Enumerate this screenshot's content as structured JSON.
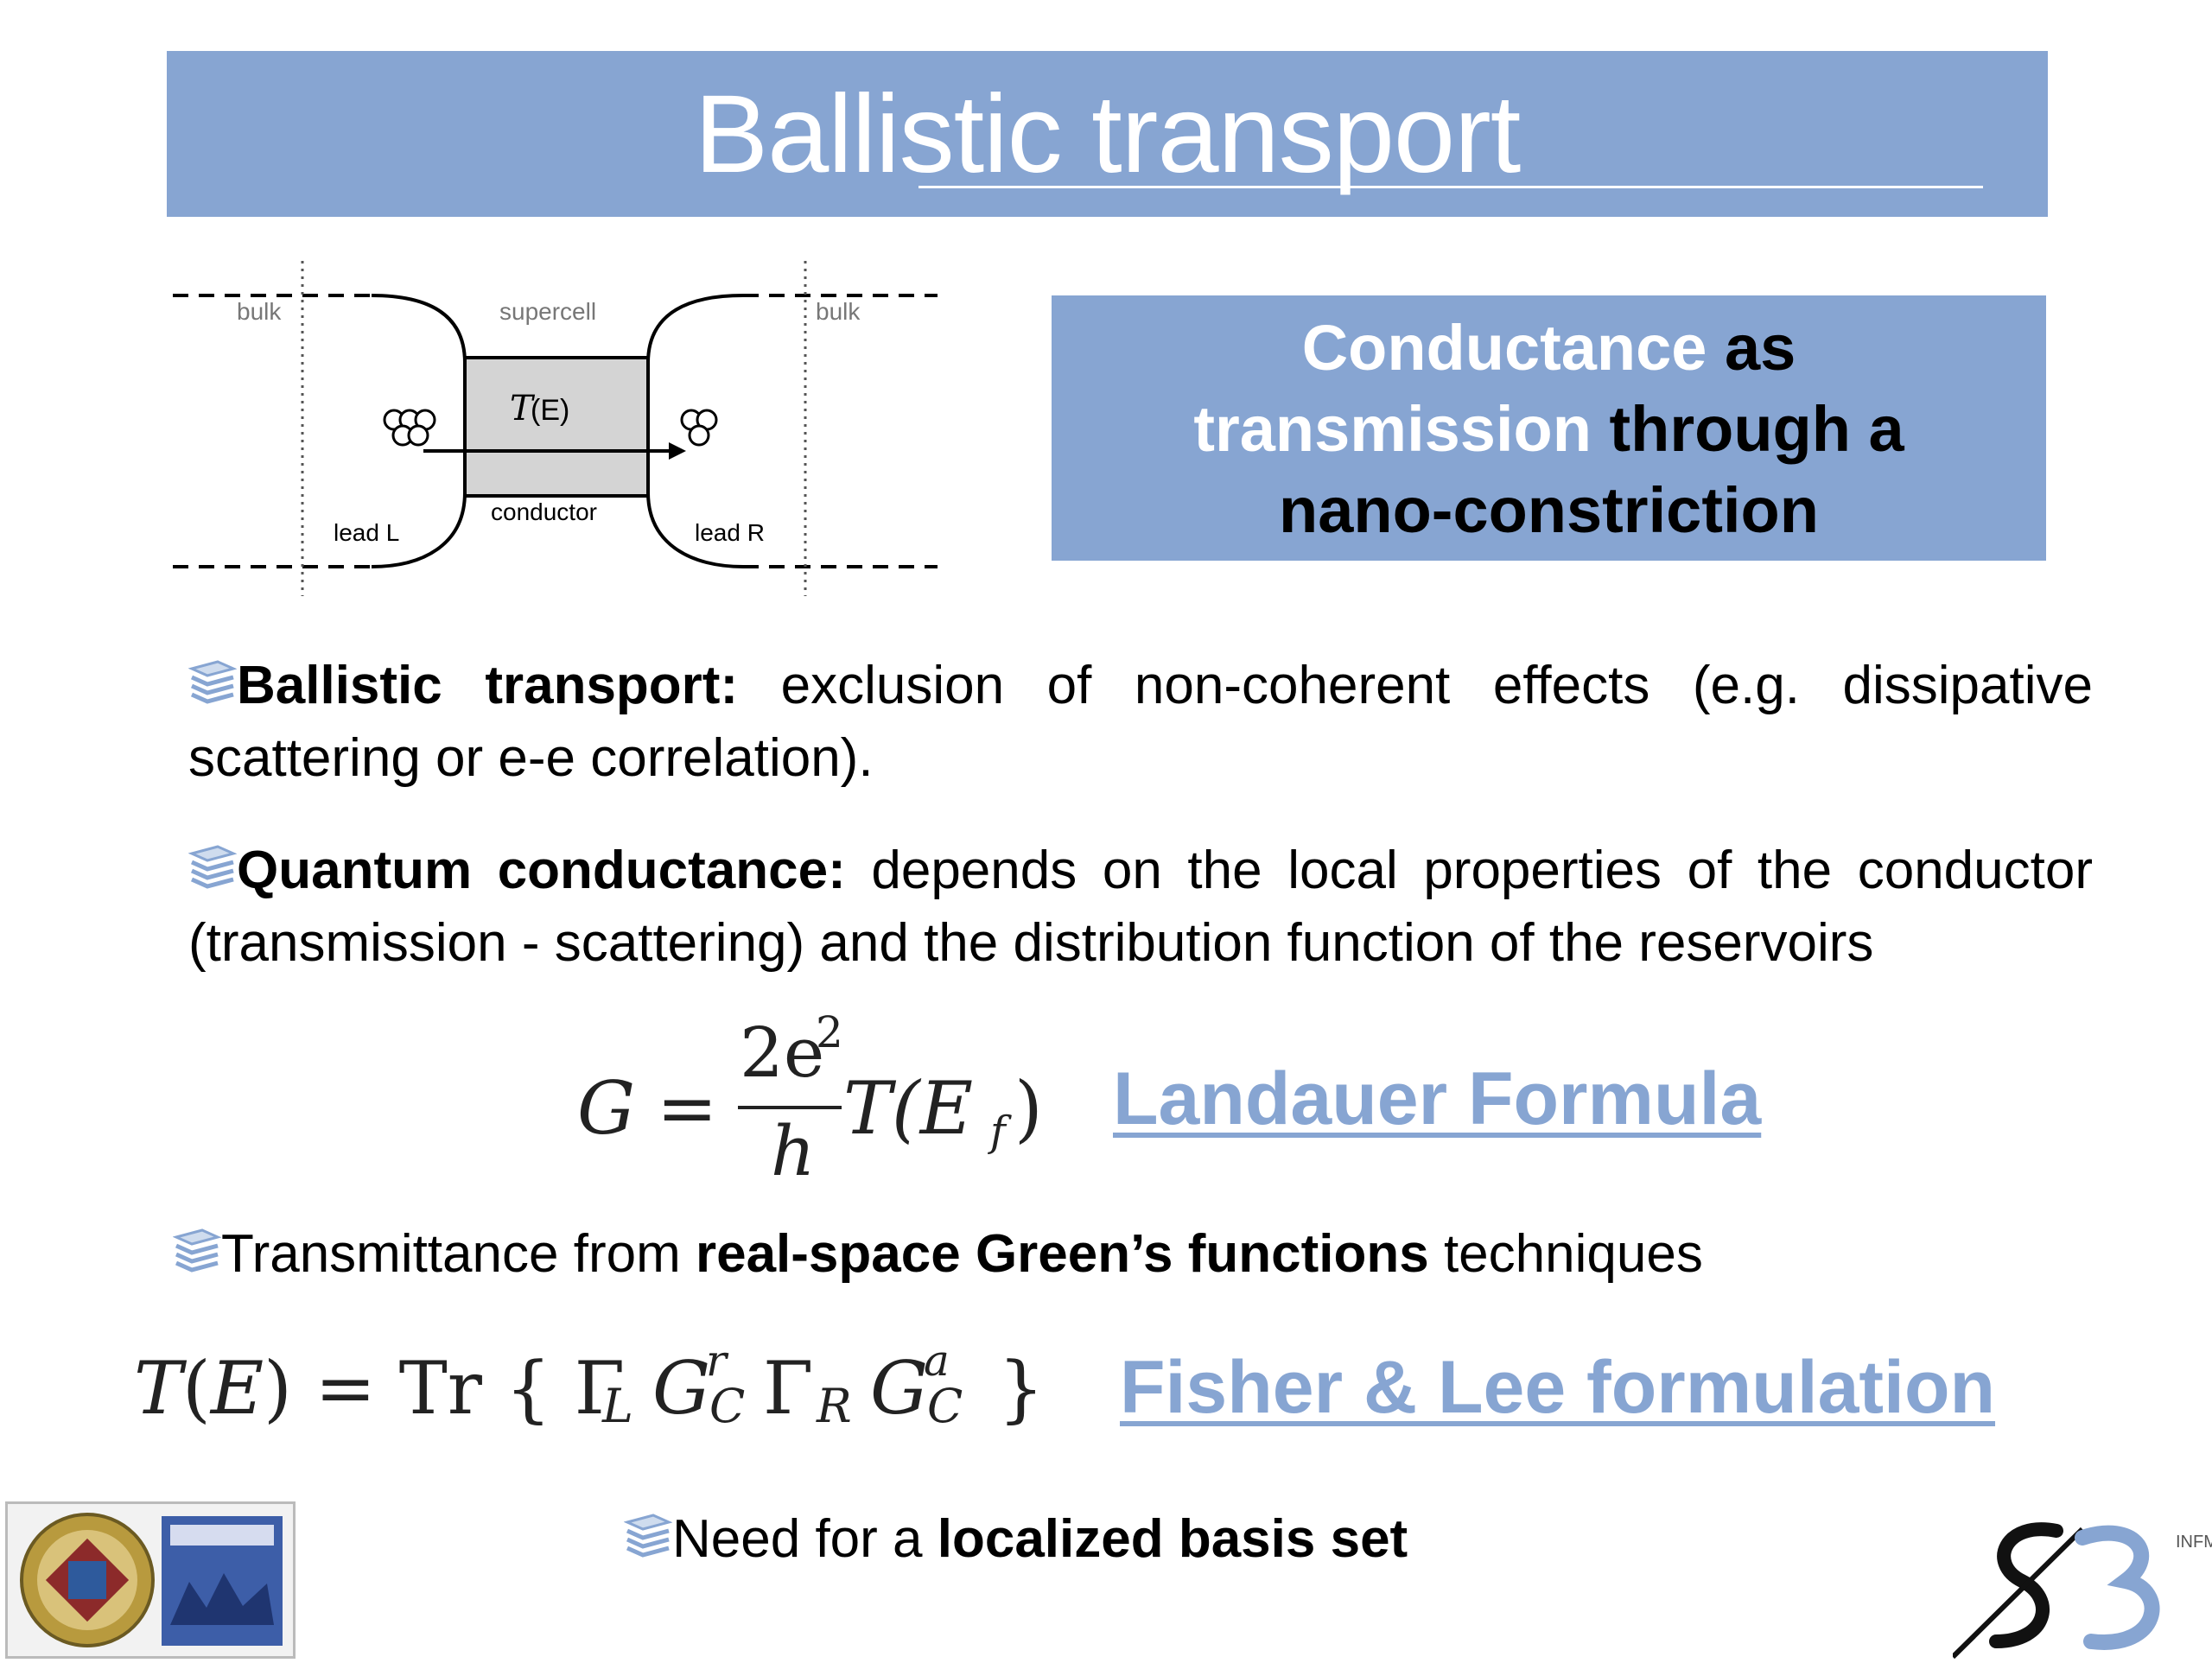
{
  "title": "Ballistic transport",
  "diagram": {
    "bulk_left": "bulk",
    "bulk_right": "bulk",
    "supercell": "supercell",
    "conductor": "conductor",
    "lead_left": "lead L",
    "lead_right": "lead R",
    "transmission_symbol": "T",
    "transmission_arg": "(E)"
  },
  "concept": {
    "part1": "Conductance",
    "part2": " as",
    "part3": "transmission",
    "part4": " through a",
    "part5": "nano-constriction"
  },
  "bullets": [
    {
      "bold": "Ballistic transport:",
      "text": " exclusion of non-coherent effects (e.g. dissipative scattering or e-e correlation)."
    },
    {
      "bold": "Quantum conductance:",
      "text": " depends on the local properties of the conductor (transmission - scattering) and the distribution function of the reservoirs"
    }
  ],
  "landauer": {
    "G": "G",
    "eq": "=",
    "num": "2e",
    "num_sup": "2",
    "den": "h",
    "rhs": "T(E",
    "rhs_sub": "f",
    "rhs_close": ")",
    "label": "Landauer Formula"
  },
  "transmittance": {
    "pre": "Transmittance  from ",
    "bold": "real-space Green’s functions",
    "post": " techniques"
  },
  "fisher": {
    "lhs": "T(E) = Tr { Γ",
    "label": "Fisher & Lee formulation",
    "sub_L": "L",
    "G": "G",
    "sup_r": "r",
    "sub_C": "C",
    "Gamma": "Γ",
    "sub_R": "R",
    "sup_a": "a",
    "close": "}"
  },
  "basis": {
    "pre": "Need for a ",
    "bold": "localized basis set"
  },
  "logo": {
    "mark": "S3",
    "tag": "INFM"
  },
  "colors": {
    "accent": "#87a5d2"
  }
}
